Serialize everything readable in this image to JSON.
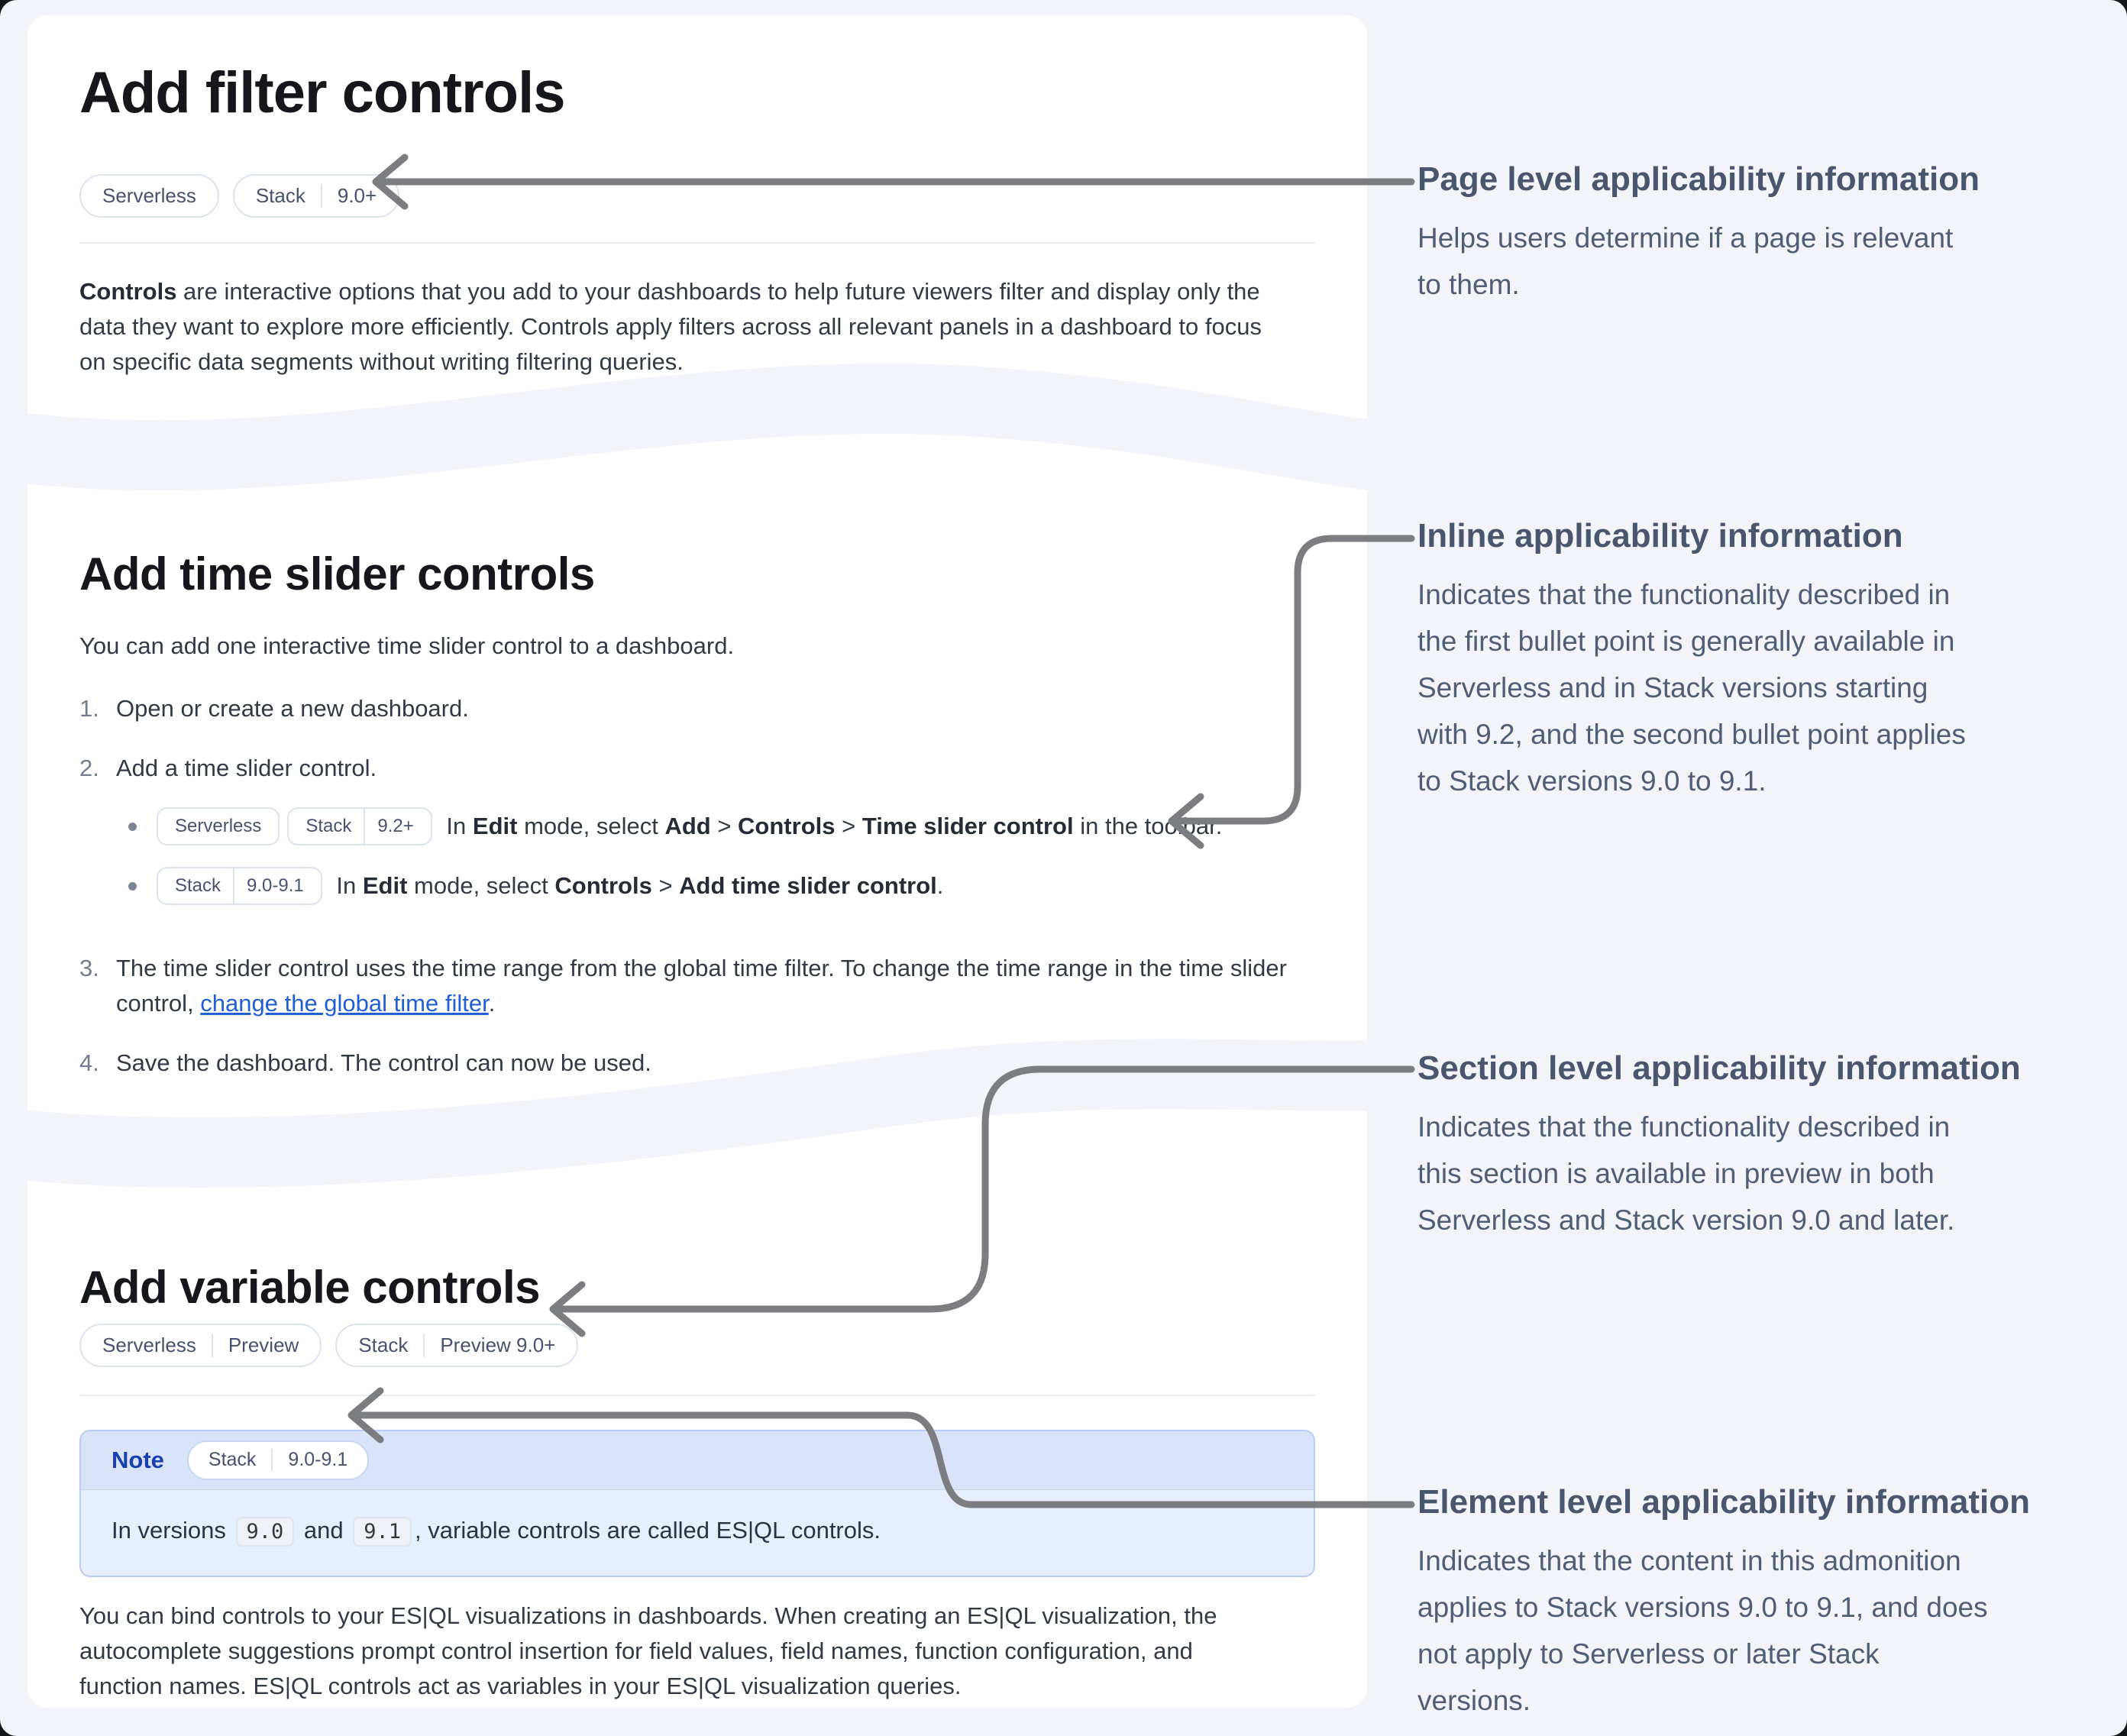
{
  "doc": {
    "section1": {
      "title": "Add filter controls",
      "badges": [
        [
          "Serverless"
        ],
        [
          "Stack",
          "9.0+"
        ]
      ],
      "paragraph_segments": [
        {
          "t": "Controls",
          "b": true
        },
        {
          "t": " are interactive options that you add to your dashboards to help future viewers filter and display only the\ndata they want to explore more efficiently. Controls apply filters across all relevant panels in a dashboard to focus\non specific data segments without writing filtering queries."
        }
      ]
    },
    "section2": {
      "title": "Add time slider controls",
      "intro": "You can add one interactive time slider control to a dashboard.",
      "steps": [
        {
          "marker": "1.",
          "segments": [
            {
              "t": "Open or create a new dashboard."
            }
          ]
        },
        {
          "marker": "2.",
          "segments": [
            {
              "t": "Add a time slider control."
            }
          ],
          "bullets": [
            {
              "segments": [
                {
                  "badge": [
                    "Serverless"
                  ]
                },
                {
                  "badge": [
                    "Stack",
                    "9.2+"
                  ]
                },
                {
                  "t": " In "
                },
                {
                  "t": "Edit",
                  "b": true
                },
                {
                  "t": " mode, select "
                },
                {
                  "t": "Add",
                  "b": true
                },
                {
                  "t": " > "
                },
                {
                  "t": "Controls",
                  "b": true
                },
                {
                  "t": " > "
                },
                {
                  "t": "Time slider control",
                  "b": true
                },
                {
                  "t": " in the toolbar."
                }
              ]
            },
            {
              "segments": [
                {
                  "badge": [
                    "Stack",
                    "9.0-9.1"
                  ]
                },
                {
                  "t": " In "
                },
                {
                  "t": "Edit",
                  "b": true
                },
                {
                  "t": " mode, select "
                },
                {
                  "t": "Controls",
                  "b": true
                },
                {
                  "t": " > "
                },
                {
                  "t": "Add time slider control",
                  "b": true
                },
                {
                  "t": "."
                }
              ]
            }
          ]
        },
        {
          "marker": "3.",
          "segments": [
            {
              "t": "The time slider control uses the time range from the global time filter. To change the time range in the time slider\ncontrol, "
            },
            {
              "t": "change the global time filter",
              "link": true
            },
            {
              "t": "."
            }
          ]
        },
        {
          "marker": "4.",
          "segments": [
            {
              "t": "Save the dashboard. The control can now be used."
            }
          ]
        }
      ]
    },
    "section3": {
      "title": "Add variable controls",
      "badges": [
        [
          "Serverless",
          "Preview"
        ],
        [
          "Stack",
          "Preview 9.0+"
        ]
      ],
      "note": {
        "label": "Note",
        "badge": [
          "Stack",
          "9.0-9.1"
        ],
        "segments": [
          {
            "t": "In versions "
          },
          {
            "t": "9.0",
            "code": true
          },
          {
            "t": " and "
          },
          {
            "t": "9.1",
            "code": true
          },
          {
            "t": ", variable controls are called ES|QL controls."
          }
        ]
      },
      "paragraph": "You can bind controls to your ES|QL visualizations in dashboards. When creating an ES|QL visualization, the\nautocomplete suggestions prompt control insertion for field values, field names, function configuration, and\nfunction names. ES|QL controls act as variables in your ES|QL visualization queries."
    }
  },
  "annotations": {
    "page": {
      "title": "Page level applicability information",
      "body": "Helps users determine if a page is relevant\nto them."
    },
    "inline": {
      "title": "Inline applicability information",
      "body": "Indicates that the functionality described in\nthe first bullet point is generally available in\nServerless and in Stack versions starting\nwith 9.2, and the second bullet point applies\nto Stack versions 9.0 to 9.1."
    },
    "section": {
      "title": "Section level applicability information",
      "body": "Indicates that the functionality described in\nthis section is available in preview in both\nServerless and Stack version 9.0 and later."
    },
    "element": {
      "title": "Element level applicability information",
      "body": "Indicates that the content in this admonition\napplies to Stack versions 9.0 to 9.1, and does\nnot apply to Serverless or later Stack\nversions."
    }
  },
  "colors": {
    "page_background": "#f2f4fa",
    "card_background": "#ffffff",
    "arrow": "#7c7d80",
    "annotation_text": "#4f5d75",
    "note_header": "#d9e4fb",
    "note_body": "#e7eefd",
    "note_label": "#1a3faf",
    "link": "#2160d4",
    "badge_border": "#dce3ef",
    "badge_text": "#47536e"
  }
}
